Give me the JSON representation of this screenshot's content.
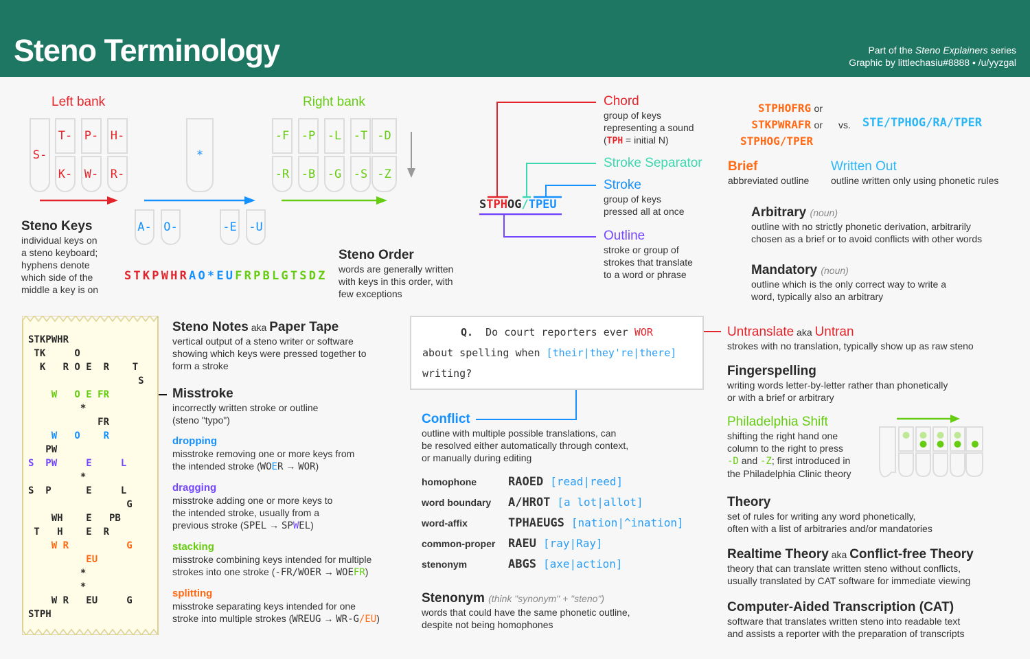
{
  "header": {
    "title": "Steno Terminology",
    "series_prefix": "Part of the ",
    "series_name": "Steno Explainers",
    "series_suffix": " series",
    "credit": "Graphic by littlechasiu#8888 • /u/yyzgal"
  },
  "colors": {
    "header": "#1e7763",
    "red": "#e3252b",
    "blue": "#1590ff",
    "green": "#66cc11",
    "orange": "#ff6a16",
    "purple": "#7447ff",
    "teal": "#3cd8b0",
    "cyan": "#2cb6f6",
    "tape": "#fffde8"
  },
  "keyboard": {
    "left_bank_label": "Left bank",
    "right_bank_label": "Right bank",
    "left_keys": [
      "S-",
      "T-",
      "K-",
      "P-",
      "W-",
      "H-",
      "R-"
    ],
    "star": "*",
    "vowels": [
      "A-",
      "O-",
      "-E",
      "-U"
    ],
    "right_keys": [
      "-F",
      "-R",
      "-P",
      "-B",
      "-L",
      "-G",
      "-T",
      "-S",
      "-D",
      "-Z"
    ]
  },
  "steno_keys": {
    "title": "Steno Keys",
    "desc": [
      "individual keys on",
      "a steno keyboard;",
      "hyphens denote",
      "which side of the",
      "middle a key is on"
    ]
  },
  "steno_order": {
    "title": "Steno Order",
    "desc": [
      "words are generally written",
      "with keys in this order, with",
      "few exceptions"
    ],
    "left": "STKPWHR",
    "vowels": "AO*EU",
    "right": "FRPBLGTSDZ"
  },
  "chord_diagram": {
    "outline_parts": [
      "S",
      "TPH",
      "OG",
      "/",
      "TPEU"
    ],
    "chord": {
      "title": "Chord",
      "desc": [
        "group of keys",
        "representing a sound"
      ],
      "note_open": "(",
      "note_code": "TPH",
      "note_rest": " = initial N)"
    },
    "separator": {
      "title": "Stroke Separator"
    },
    "stroke": {
      "title": "Stroke",
      "desc": [
        "group of keys",
        "pressed all at once"
      ]
    },
    "outline": {
      "title": "Outline",
      "desc": [
        "stroke or group of",
        "strokes that translate",
        "to a word or phrase"
      ]
    }
  },
  "brief_vs": {
    "briefs": [
      "STPHOFRG",
      "STKPWRAFR",
      "STPHOG/TPER"
    ],
    "or": "or",
    "vs": "vs.",
    "written_out": "STE/TPHOG/RA/TPER"
  },
  "brief": {
    "title": "Brief",
    "desc": "abbreviated outline"
  },
  "written_out": {
    "title": "Written Out",
    "desc": "outline written only using phonetic rules"
  },
  "arbitrary": {
    "title": "Arbitrary",
    "pos": "(noun)",
    "desc": [
      "outline with no strictly phonetic derivation, arbitrarily",
      "chosen as a brief or to avoid conflicts with other words"
    ]
  },
  "mandatory": {
    "title": "Mandatory",
    "pos": "(noun)",
    "desc": [
      "outline which is the only correct way to write a",
      "word, typically also an arbitrary"
    ]
  },
  "tape": {
    "lines": [
      {
        "t": "STKPWHR",
        "c": ""
      },
      {
        "t": " TK     O",
        "c": ""
      },
      {
        "t": "  K   R O E  R    T",
        "c": ""
      },
      {
        "t": "                   S",
        "c": ""
      },
      {
        "t": "    W   O E FR",
        "c": "green"
      },
      {
        "t": "         *",
        "c": ""
      },
      {
        "t": "            FR",
        "c": ""
      },
      {
        "t": "    W   O    R",
        "c": "blue"
      },
      {
        "t": "   PW",
        "c": ""
      },
      {
        "t": "S  PW     E     L",
        "c": "purple"
      },
      {
        "t": "         *",
        "c": ""
      },
      {
        "t": "S  P      E     L",
        "c": ""
      },
      {
        "t": "                 G",
        "c": ""
      },
      {
        "t": "    WH    E   PB",
        "c": ""
      },
      {
        "t": " T   H    E  R",
        "c": ""
      },
      {
        "t": "    W R          G",
        "c": "orange"
      },
      {
        "t": "          EU",
        "c": "orange"
      },
      {
        "t": "         *",
        "c": ""
      },
      {
        "t": "         *",
        "c": ""
      },
      {
        "t": "    W R   EU     G",
        "c": ""
      },
      {
        "t": "STPH",
        "c": ""
      }
    ]
  },
  "steno_notes": {
    "title": "Steno Notes",
    "aka": " aka ",
    "alt": "Paper Tape",
    "desc": [
      "vertical output of a steno writer or software",
      "showing which keys were pressed together to",
      "form a stroke"
    ]
  },
  "misstroke": {
    "title": "Misstroke",
    "desc": [
      "incorrectly written stroke or outline",
      "(steno \"typo\")"
    ]
  },
  "dropping": {
    "title": "dropping",
    "desc": [
      "misstroke removing one or more keys from"
    ],
    "line2": "the intended stroke (",
    "ex_a": "WO",
    "ex_b": "E",
    "ex_c": "R",
    "arrow": " → ",
    "ex_d": "WOR",
    "close": ")"
  },
  "dragging": {
    "title": "dragging",
    "desc": [
      "misstroke adding one or more keys to",
      "the intended stroke, usually from a"
    ],
    "line3": "previous stroke (",
    "ex_a": "SPEL",
    "arrow": " → ",
    "ex_b": "SP",
    "ex_c": "W",
    "ex_d": "EL",
    "close": ")"
  },
  "stacking": {
    "title": "stacking",
    "desc": [
      "misstroke combining keys intended for multiple"
    ],
    "line2": "strokes into one stroke (",
    "ex_a": "-FR/WOER",
    "arrow": " → ",
    "ex_b": "WOE",
    "ex_c": "FR",
    "close": ")"
  },
  "splitting": {
    "title": "splitting",
    "desc": [
      "misstroke separating keys intended for one"
    ],
    "line2": "stroke into multiple strokes (",
    "ex_a": "WREUG",
    "arrow": " → ",
    "ex_b": "WR-G",
    "ex_c": "/EU",
    "close": ")"
  },
  "transcript": {
    "q": "Q.",
    "line1": "  Do court reporters ever ",
    "untrans": "WOR",
    "line2": "about spelling when ",
    "conflict": "[their|they're|there]",
    "line3": "writing?"
  },
  "conflict": {
    "title": "Conflict",
    "desc": [
      "outline with multiple possible translations, can",
      "be resolved either automatically through context,",
      "or manually during editing"
    ]
  },
  "conflict_types": [
    {
      "label": "homophone",
      "outline": "RAOED",
      "translations": "[read|reed]"
    },
    {
      "label": "word boundary",
      "outline": "A/HROT",
      "translations": "[a lot|allot]"
    },
    {
      "label": "word-affix",
      "outline": "TPHAEUGS",
      "translations": "[nation|^ination]"
    },
    {
      "label": "common-proper",
      "outline": "RAEU",
      "translations": "[ray|Ray]"
    },
    {
      "label": "stenonym",
      "outline": "ABGS",
      "translations": "[axe|action]"
    }
  ],
  "stenonym": {
    "title": "Stenonym",
    "note": "(think \"synonym\" + \"steno\")",
    "desc": [
      "words that could have the same phonetic outline,",
      "despite not being homophones"
    ]
  },
  "untranslate": {
    "title": "Untranslate",
    "aka": " aka ",
    "alt": "Untran",
    "desc": [
      "strokes with no translation, typically show up as raw steno"
    ]
  },
  "fingerspelling": {
    "title": "Fingerspelling",
    "desc": [
      "writing words letter-by-letter rather than phonetically",
      "or with a brief or arbitrary"
    ]
  },
  "philly": {
    "title": "Philadelphia Shift",
    "desc": [
      "shifting the right hand one",
      "column to the right to press"
    ],
    "key_d": "-D",
    "and": " and ",
    "key_z": "-Z",
    "rest": "; first introduced in",
    "last": "the Philadelphia Clinic theory"
  },
  "theory": {
    "title": "Theory",
    "desc": [
      "set of rules for writing any word phonetically,",
      "often with a list of arbitraries and/or mandatories"
    ]
  },
  "realtime": {
    "title": "Realtime Theory",
    "aka": " aka ",
    "alt": "Conflict-free Theory",
    "desc": [
      "theory that can translate written steno without conflicts,",
      "usually translated by CAT software for immediate viewing"
    ]
  },
  "cat": {
    "title": "Computer-Aided Transcription (CAT)",
    "desc": [
      "software that translates written steno into readable text",
      "and assists a reporter with the preparation of transcripts"
    ]
  }
}
